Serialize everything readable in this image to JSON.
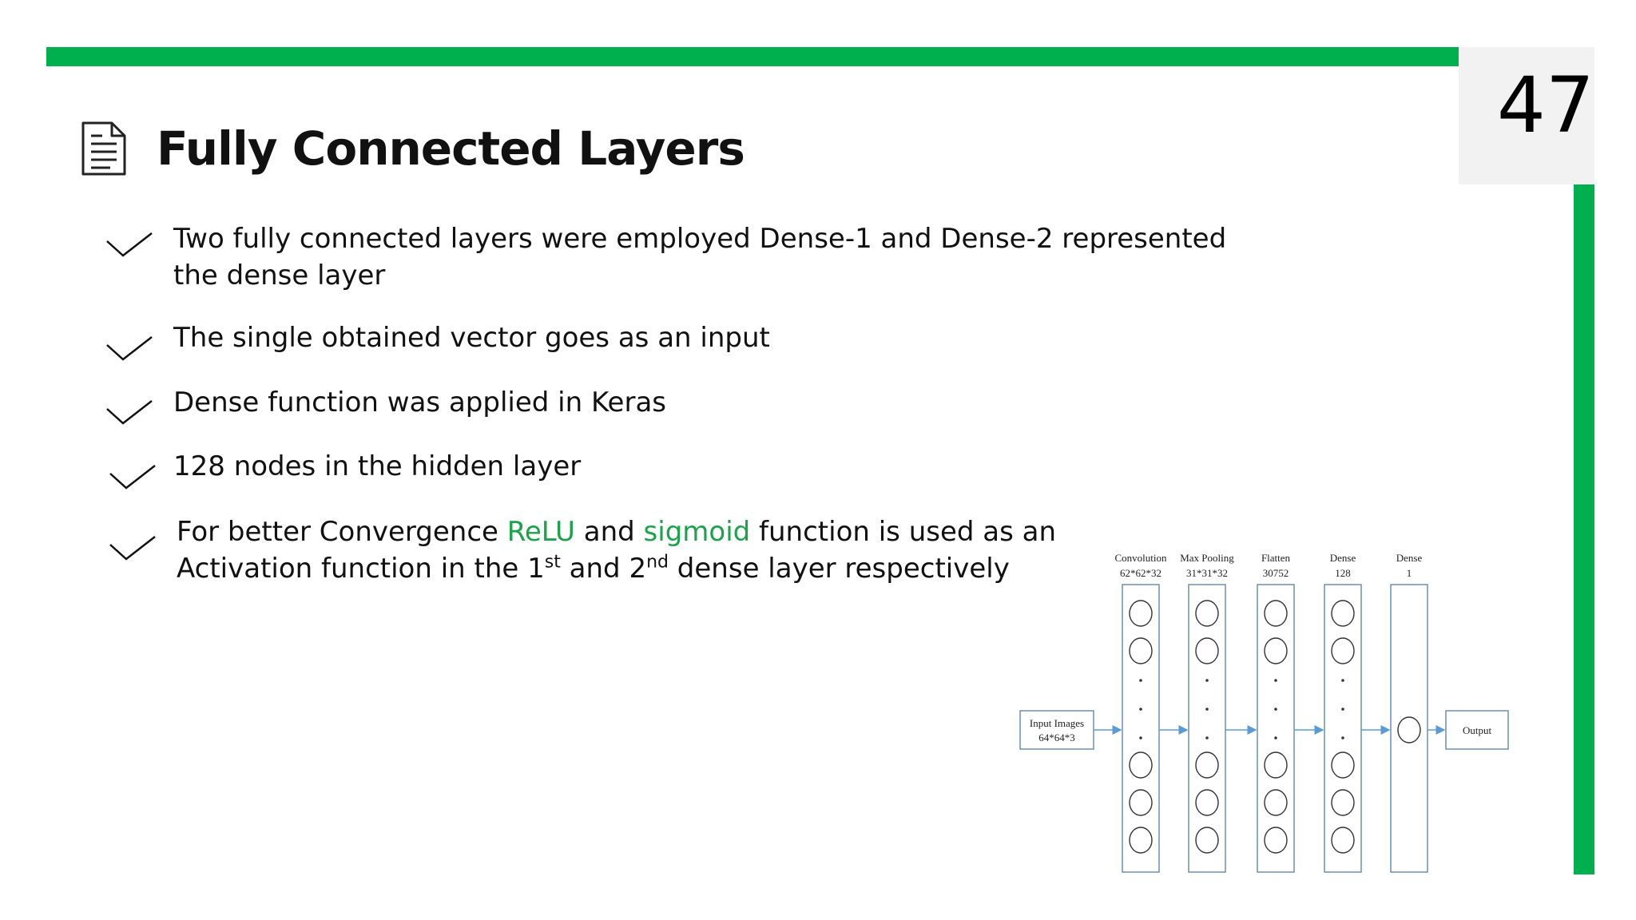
{
  "slide": {
    "page_number": "47",
    "title": "Fully Connected Layers",
    "title_icon": "document-icon",
    "accent_color": "#00b04f",
    "highlight_color": "#1aa34a"
  },
  "bullets": [
    {
      "icon": "check-icon",
      "line1": "Two fully connected layers were employed Dense-1 and Dense-2 represented",
      "line2": "the dense layer"
    },
    {
      "icon": "check-icon",
      "line1": "The single obtained vector goes as an input"
    },
    {
      "icon": "check-icon",
      "line1": "Dense function was applied in Keras"
    },
    {
      "icon": "check-icon",
      "line1": "128 nodes in the hidden layer"
    },
    {
      "icon": "check-icon",
      "line1_parts": [
        "For better Convergence ",
        "ReLU",
        " and ",
        "sigmoid",
        " function is used as an"
      ],
      "line2_parts": [
        "Activation function in the 1",
        "st",
        " and 2",
        "nd",
        " dense layer respectively"
      ]
    }
  ],
  "diagram": {
    "input": {
      "line1": "Input Images",
      "line2": "64*64*3"
    },
    "layers": [
      {
        "name": "Convolution",
        "size": "62*62*32"
      },
      {
        "name": "Max Pooling",
        "size": "31*31*32"
      },
      {
        "name": "Flatten",
        "size": "30752"
      },
      {
        "name": "Dense",
        "size": "128"
      },
      {
        "name": "Dense",
        "size": "1"
      }
    ],
    "output": "Output",
    "arrow_color": "#5b9bd5",
    "box_color": "#6d8fb3"
  }
}
